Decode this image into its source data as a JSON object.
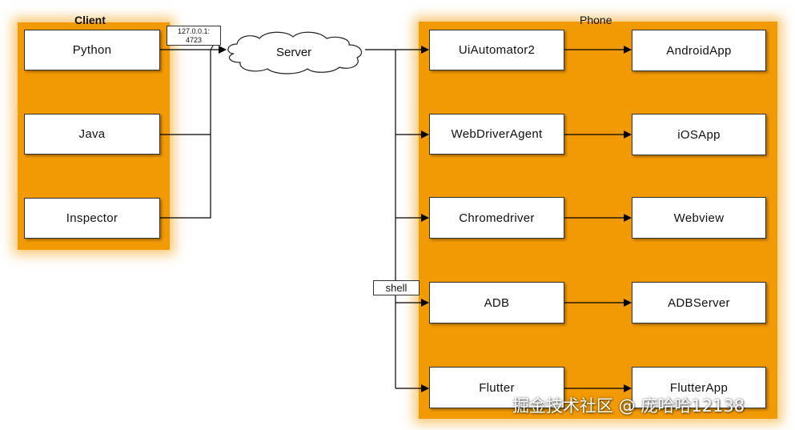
{
  "client": {
    "title": "Client",
    "nodes": [
      "Python",
      "Java",
      "Inspector"
    ]
  },
  "server": {
    "label": "Server",
    "address_line1": "127.0.0.1:",
    "address_line2": "4723"
  },
  "phone": {
    "title": "Phone",
    "drivers": [
      "UiAutomator2",
      "WebDriverAgent",
      "Chromedriver",
      "ADB",
      "Flutter"
    ],
    "targets": [
      "AndroidApp",
      "iOSApp",
      "Webview",
      "ADBServer",
      "FlutterApp"
    ],
    "shell_label": "shell"
  },
  "watermark": "掘金技术社区 @ 庞哈哈12138",
  "colors": {
    "panel": "#f29a04",
    "box_border": "#333333",
    "line": "#000000"
  }
}
